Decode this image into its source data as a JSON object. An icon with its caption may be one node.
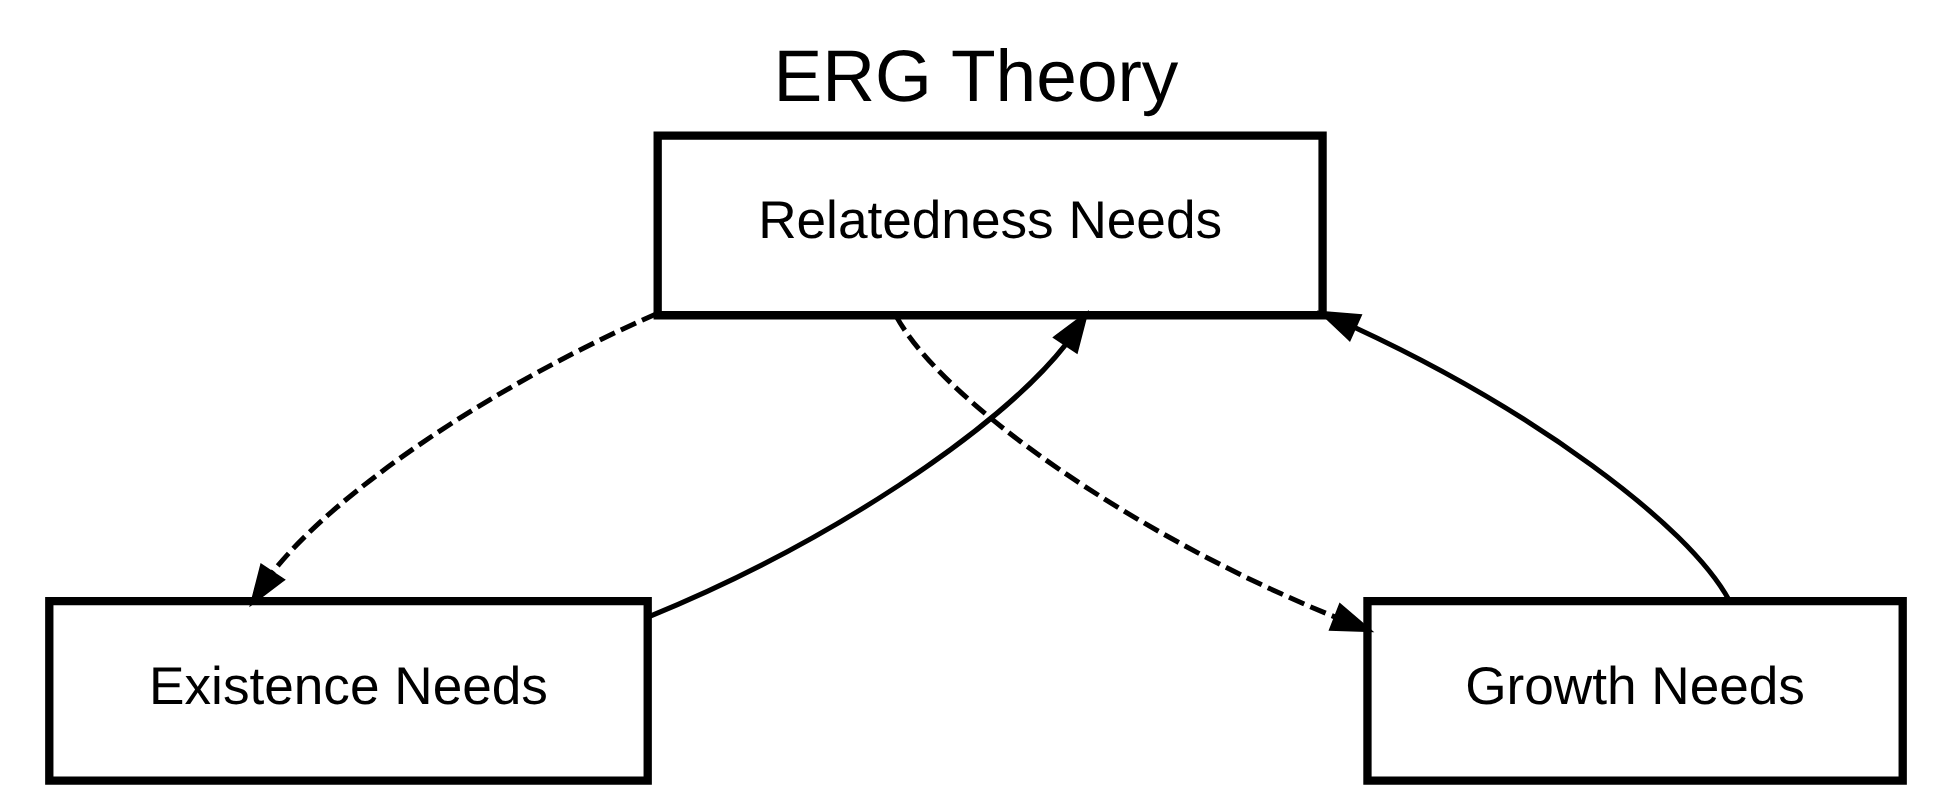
{
  "diagram": {
    "title": "ERG Theory",
    "nodes": [
      {
        "text": [
          "Relatedness Needs"
        ]
      },
      {
        "text": [
          "Existence Needs"
        ]
      },
      {
        "text": [
          "Growth Needs"
        ]
      }
    ],
    "edges": [
      {
        "from": 0,
        "to": 1,
        "arrow": "to",
        "style": "dashed"
      },
      {
        "from": 1,
        "to": 0,
        "arrow": "to"
      },
      {
        "from": 0,
        "to": 2,
        "arrow": "to",
        "style": "dashed"
      },
      {
        "from": 2,
        "to": 0,
        "arrow": "to"
      }
    ]
  }
}
